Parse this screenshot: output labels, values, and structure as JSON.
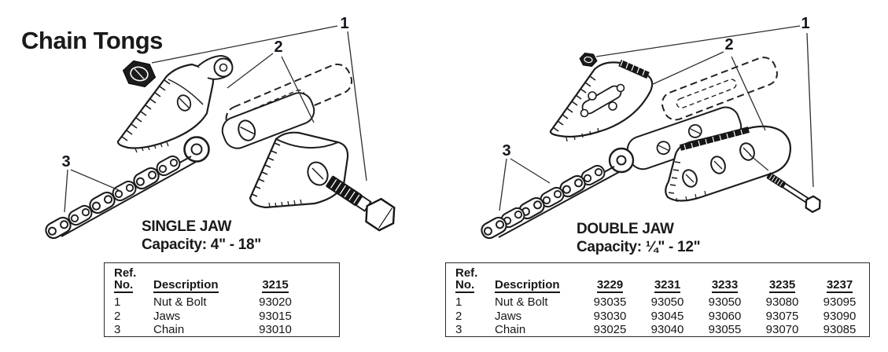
{
  "page_title": "Chain Tongs",
  "figures": [
    {
      "name": "Single Jaw Chain Tong",
      "callouts": [
        "1",
        "2",
        "3"
      ],
      "caption": {
        "title": "SINGLE JAW",
        "capacity": "Capacity: 4\" - 18\""
      },
      "table": {
        "ref_header_top": "Ref.",
        "ref_header_bottom": "No.",
        "description_header": "Description",
        "model_columns": [
          "3215"
        ],
        "rows": [
          {
            "ref": "1",
            "description": "Nut & Bolt",
            "parts": [
              "93020"
            ]
          },
          {
            "ref": "2",
            "description": "Jaws",
            "parts": [
              "93015"
            ]
          },
          {
            "ref": "3",
            "description": "Chain",
            "parts": [
              "93010"
            ]
          }
        ]
      }
    },
    {
      "name": "Double Jaw Chain Tong",
      "callouts": [
        "1",
        "2",
        "3"
      ],
      "caption": {
        "title": "DOUBLE JAW",
        "capacity": "Capacity: ¼\" - 12\""
      },
      "table": {
        "ref_header_top": "Ref.",
        "ref_header_bottom": "No.",
        "description_header": "Description",
        "model_columns": [
          "3229",
          "3231",
          "3233",
          "3235",
          "3237"
        ],
        "rows": [
          {
            "ref": "1",
            "description": "Nut & Bolt",
            "parts": [
              "93035",
              "93050",
              "93050",
              "93080",
              "93095"
            ]
          },
          {
            "ref": "2",
            "description": "Jaws",
            "parts": [
              "93030",
              "93045",
              "93060",
              "93075",
              "93090"
            ]
          },
          {
            "ref": "3",
            "description": "Chain",
            "parts": [
              "93025",
              "93040",
              "93055",
              "93070",
              "93085"
            ]
          }
        ]
      }
    }
  ],
  "colors": {
    "ink": "#1a1a1a",
    "background": "#ffffff"
  }
}
